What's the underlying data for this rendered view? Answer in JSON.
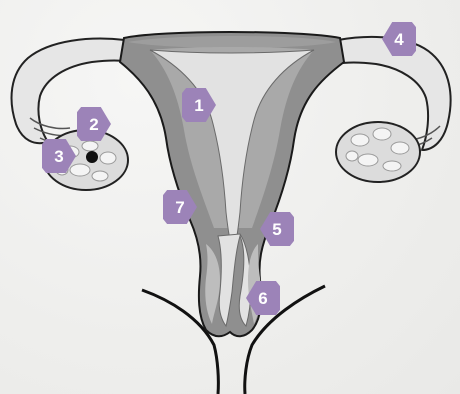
{
  "diagram": {
    "markers": [
      {
        "label": "1"
      },
      {
        "label": "2"
      },
      {
        "label": "3"
      },
      {
        "label": "4"
      },
      {
        "label": "5"
      },
      {
        "label": "6"
      },
      {
        "label": "7"
      }
    ],
    "colors": {
      "marker": "#9c83b8",
      "tissue_dark": "#8f8f8f",
      "tissue_mid": "#a9a9a9",
      "tissue_light": "#e2e2e2",
      "ovary": "#dcdcdc",
      "outline": "#1a1a1a"
    }
  }
}
